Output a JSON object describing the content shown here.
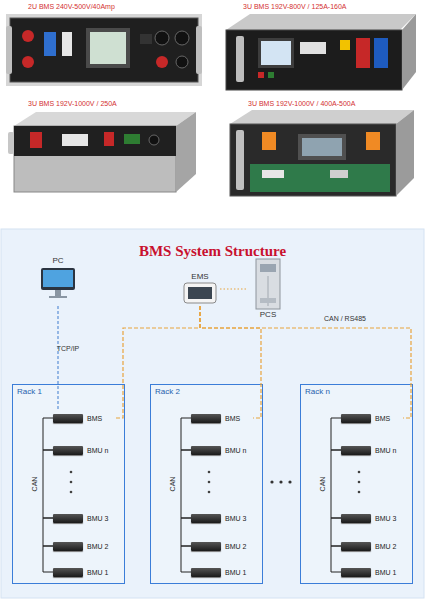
{
  "diagram": {
    "title": "BMS System Structure",
    "nodes": [
      {
        "text": [
          "PC"
        ]
      },
      {
        "text": [
          "EMS"
        ]
      },
      {
        "text": [
          "PCS"
        ]
      },
      {
        "text": [
          "Rack 1"
        ]
      },
      {
        "text": [
          "BMS"
        ],
        "in": 3
      },
      {
        "text": [
          "BMU n"
        ],
        "in": 3
      },
      {
        "text": [
          "BMU 3"
        ],
        "in": 3
      },
      {
        "text": [
          "BMU 2"
        ],
        "in": 3
      },
      {
        "text": [
          "BMU 1"
        ],
        "in": 3
      },
      {
        "text": [
          "Rack 2"
        ]
      },
      {
        "text": [
          "BMS"
        ],
        "in": 9
      },
      {
        "text": [
          "BMU n"
        ],
        "in": 9
      },
      {
        "text": [
          "BMU 3"
        ],
        "in": 9
      },
      {
        "text": [
          "BMU 2"
        ],
        "in": 9
      },
      {
        "text": [
          "BMU 1"
        ],
        "in": 9
      },
      {
        "text": [
          "Rack n"
        ]
      },
      {
        "text": [
          "BMS"
        ],
        "in": 15
      },
      {
        "text": [
          "BMU n"
        ],
        "in": 15
      },
      {
        "text": [
          "BMU 3"
        ],
        "in": 15
      },
      {
        "text": [
          "BMU 2"
        ],
        "in": 15
      },
      {
        "text": [
          "BMU 1"
        ],
        "in": 15
      }
    ],
    "edges": [
      {
        "from": 0,
        "to": 4,
        "arrow": "none",
        "label": "TCP/IP"
      },
      {
        "from": 1,
        "to": 2,
        "arrow": "none"
      },
      {
        "from": 1,
        "to": 4,
        "arrow": "none"
      },
      {
        "from": 1,
        "to": 10,
        "arrow": "none"
      },
      {
        "from": 1,
        "to": 16,
        "arrow": "none",
        "label": "CAN / RS485"
      },
      {
        "from": 4,
        "to": 5,
        "arrow": "none"
      },
      {
        "from": 5,
        "to": 6,
        "arrow": "none",
        "label": "CAN"
      },
      {
        "from": 6,
        "to": 7,
        "arrow": "none"
      },
      {
        "from": 7,
        "to": 8,
        "arrow": "none"
      },
      {
        "from": 10,
        "to": 11,
        "arrow": "none"
      },
      {
        "from": 11,
        "to": 12,
        "arrow": "none",
        "label": "CAN"
      },
      {
        "from": 12,
        "to": 13,
        "arrow": "none"
      },
      {
        "from": 13,
        "to": 14,
        "arrow": "none"
      },
      {
        "from": 16,
        "to": 17,
        "arrow": "none"
      },
      {
        "from": 17,
        "to": 18,
        "arrow": "none",
        "label": "CAN"
      },
      {
        "from": 18,
        "to": 19,
        "arrow": "none"
      },
      {
        "from": 19,
        "to": 20,
        "arrow": "none"
      }
    ],
    "labels": [
      "2U BMS 240V-500V/40Amp",
      "3U BMS 192V-800V / 125A-160A",
      "3U BMS 192V-1000V / 250A",
      "3U BMS 192V-1000V / 400A-500A"
    ]
  }
}
